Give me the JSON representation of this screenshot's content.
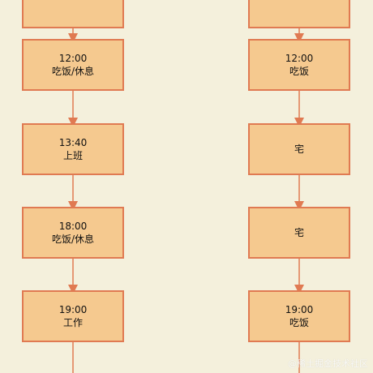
{
  "colors": {
    "background": "#f4f0dc",
    "box_fill": "#f5c98f",
    "box_stroke": "#e07a52",
    "arrow": "#e07a52",
    "text": "#111111"
  },
  "left_column": {
    "nodes": [
      {
        "time": "",
        "text": ""
      },
      {
        "time": "12:00",
        "text": "吃饭/休息"
      },
      {
        "time": "13:40",
        "text": "上班"
      },
      {
        "time": "18:00",
        "text": "吃饭/休息"
      },
      {
        "time": "19:00",
        "text": "工作"
      }
    ]
  },
  "right_column": {
    "nodes": [
      {
        "time": "",
        "text": ""
      },
      {
        "time": "12:00",
        "text": "吃饭"
      },
      {
        "time": "",
        "text": "宅"
      },
      {
        "time": "",
        "text": "宅"
      },
      {
        "time": "19:00",
        "text": "吃饭"
      }
    ]
  },
  "watermark": "@稀土掘金技术社区"
}
